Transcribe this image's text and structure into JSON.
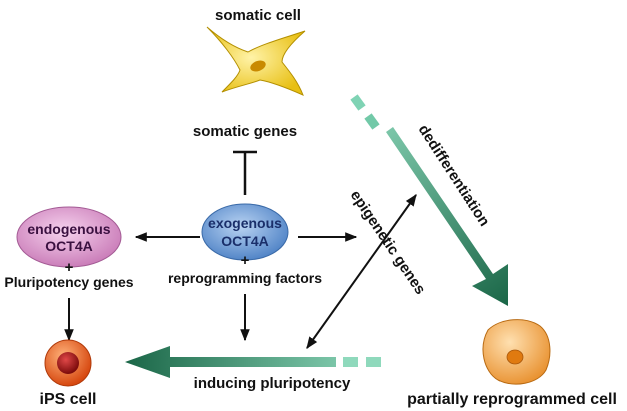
{
  "labels": {
    "somatic_cell": "somatic cell",
    "somatic_genes": "somatic genes",
    "exogenous_line1": "exogenous",
    "exogenous_line2": "OCT4A",
    "exogenous_plus": "+",
    "reprogramming_factors": "reprogramming factors",
    "endogenous_line1": "endogenous",
    "endogenous_line2": "OCT4A",
    "endogenous_plus": "+",
    "pluripotency_genes": "Pluripotency genes",
    "ips_cell": "iPS cell",
    "inducing_pluripotency": "inducing pluripotency",
    "epigenetic_genes": "epigenetic genes",
    "dedifferentiation": "dedifferentiation",
    "partially_reprogrammed_cell": "partially reprogrammed cell"
  },
  "colors": {
    "exogenous_oval": "#5b8fcf",
    "endogenous_oval": "#d98cc8",
    "somatic_cell_fill": "#f2d22e",
    "ips_cell_outer": "#e8601c",
    "ips_cell_nucleus": "#9a1212",
    "partial_cell_fill": "#f0a24a",
    "green_arrow_light": "#7fd3b4",
    "green_arrow_dark": "#1a6647"
  },
  "icons": {
    "somatic_cell": "somatic-cell-icon",
    "ips_cell": "ips-cell-icon",
    "partial_cell": "partially-reprogrammed-cell-icon"
  }
}
